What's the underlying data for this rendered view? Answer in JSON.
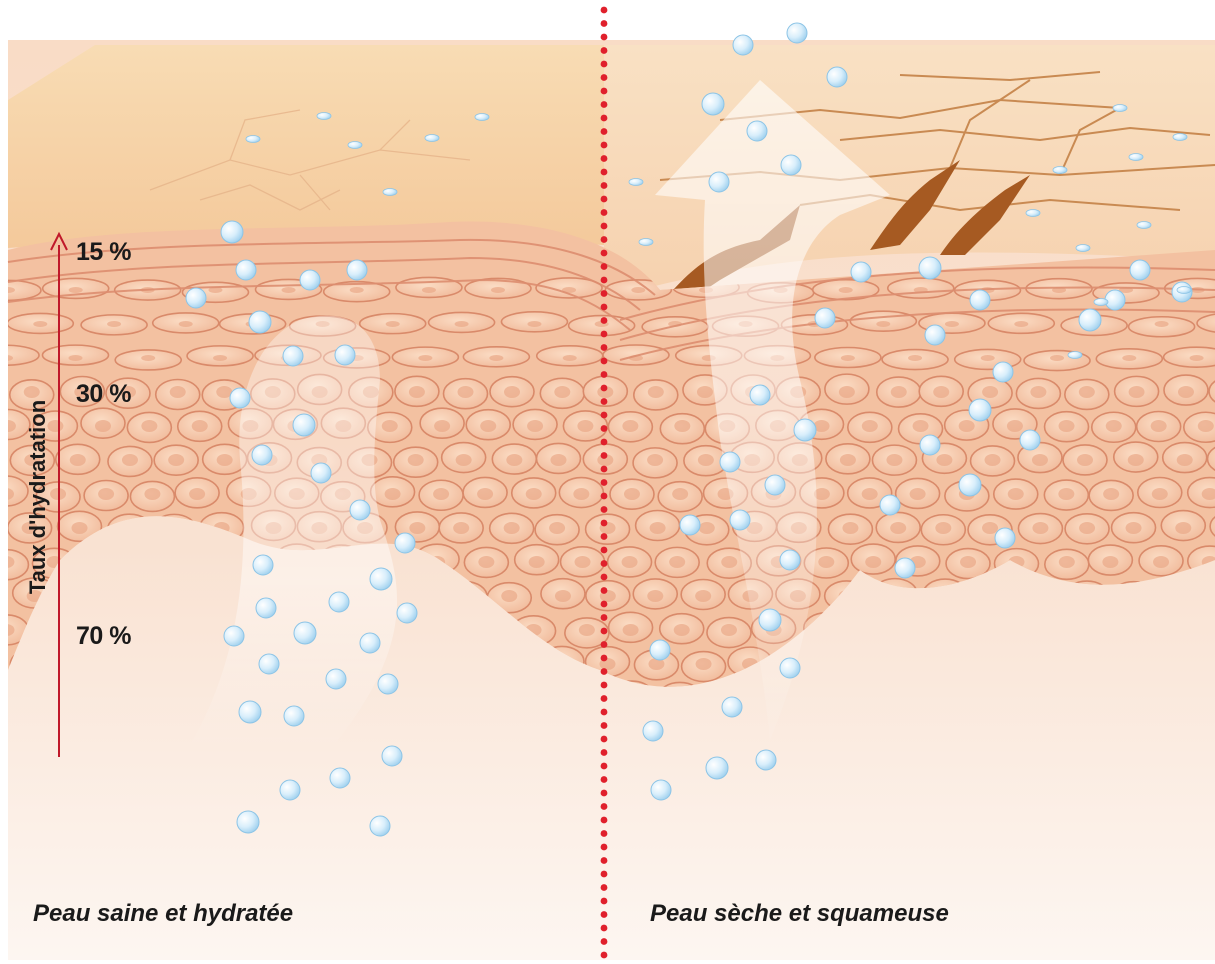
{
  "hydration_axis": {
    "title": "Taux d'hydratation",
    "levels": [
      "15 %",
      "30 %",
      "70 %"
    ]
  },
  "panels": {
    "left": {
      "caption": "Peau saine et hydratée"
    },
    "right": {
      "caption": "Peau sèche et squameuse"
    }
  },
  "colors": {
    "divider": "#e0202c",
    "axis_arrow": "#c0182a",
    "skin_surface": "#f6d2a8",
    "cell_fill": "#f5c6a6",
    "cell_outline": "#d98a6a",
    "crack": "#9a4f1c",
    "water_drop": "#bfe3f7"
  }
}
